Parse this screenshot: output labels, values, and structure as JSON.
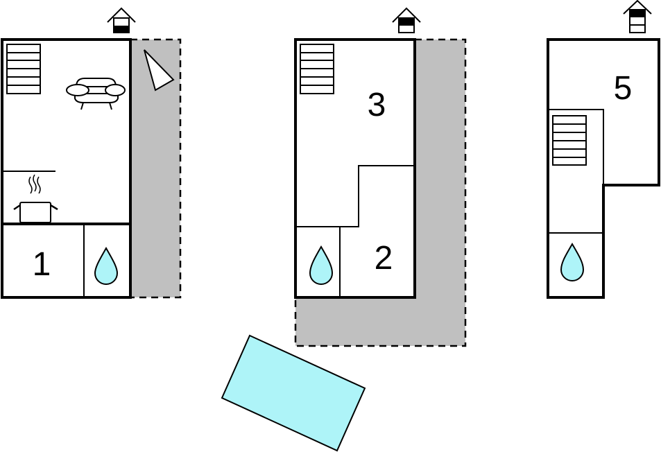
{
  "rooms": {
    "room_1": "1",
    "room_2": "2",
    "room_3": "3",
    "room_5": "5"
  },
  "floor_indicators": [
    "ground-floor",
    "first-floor",
    "second-floor"
  ],
  "colors": {
    "terrace": "#c0c0c0",
    "water": "#aef4f8",
    "wall": "#000000"
  }
}
